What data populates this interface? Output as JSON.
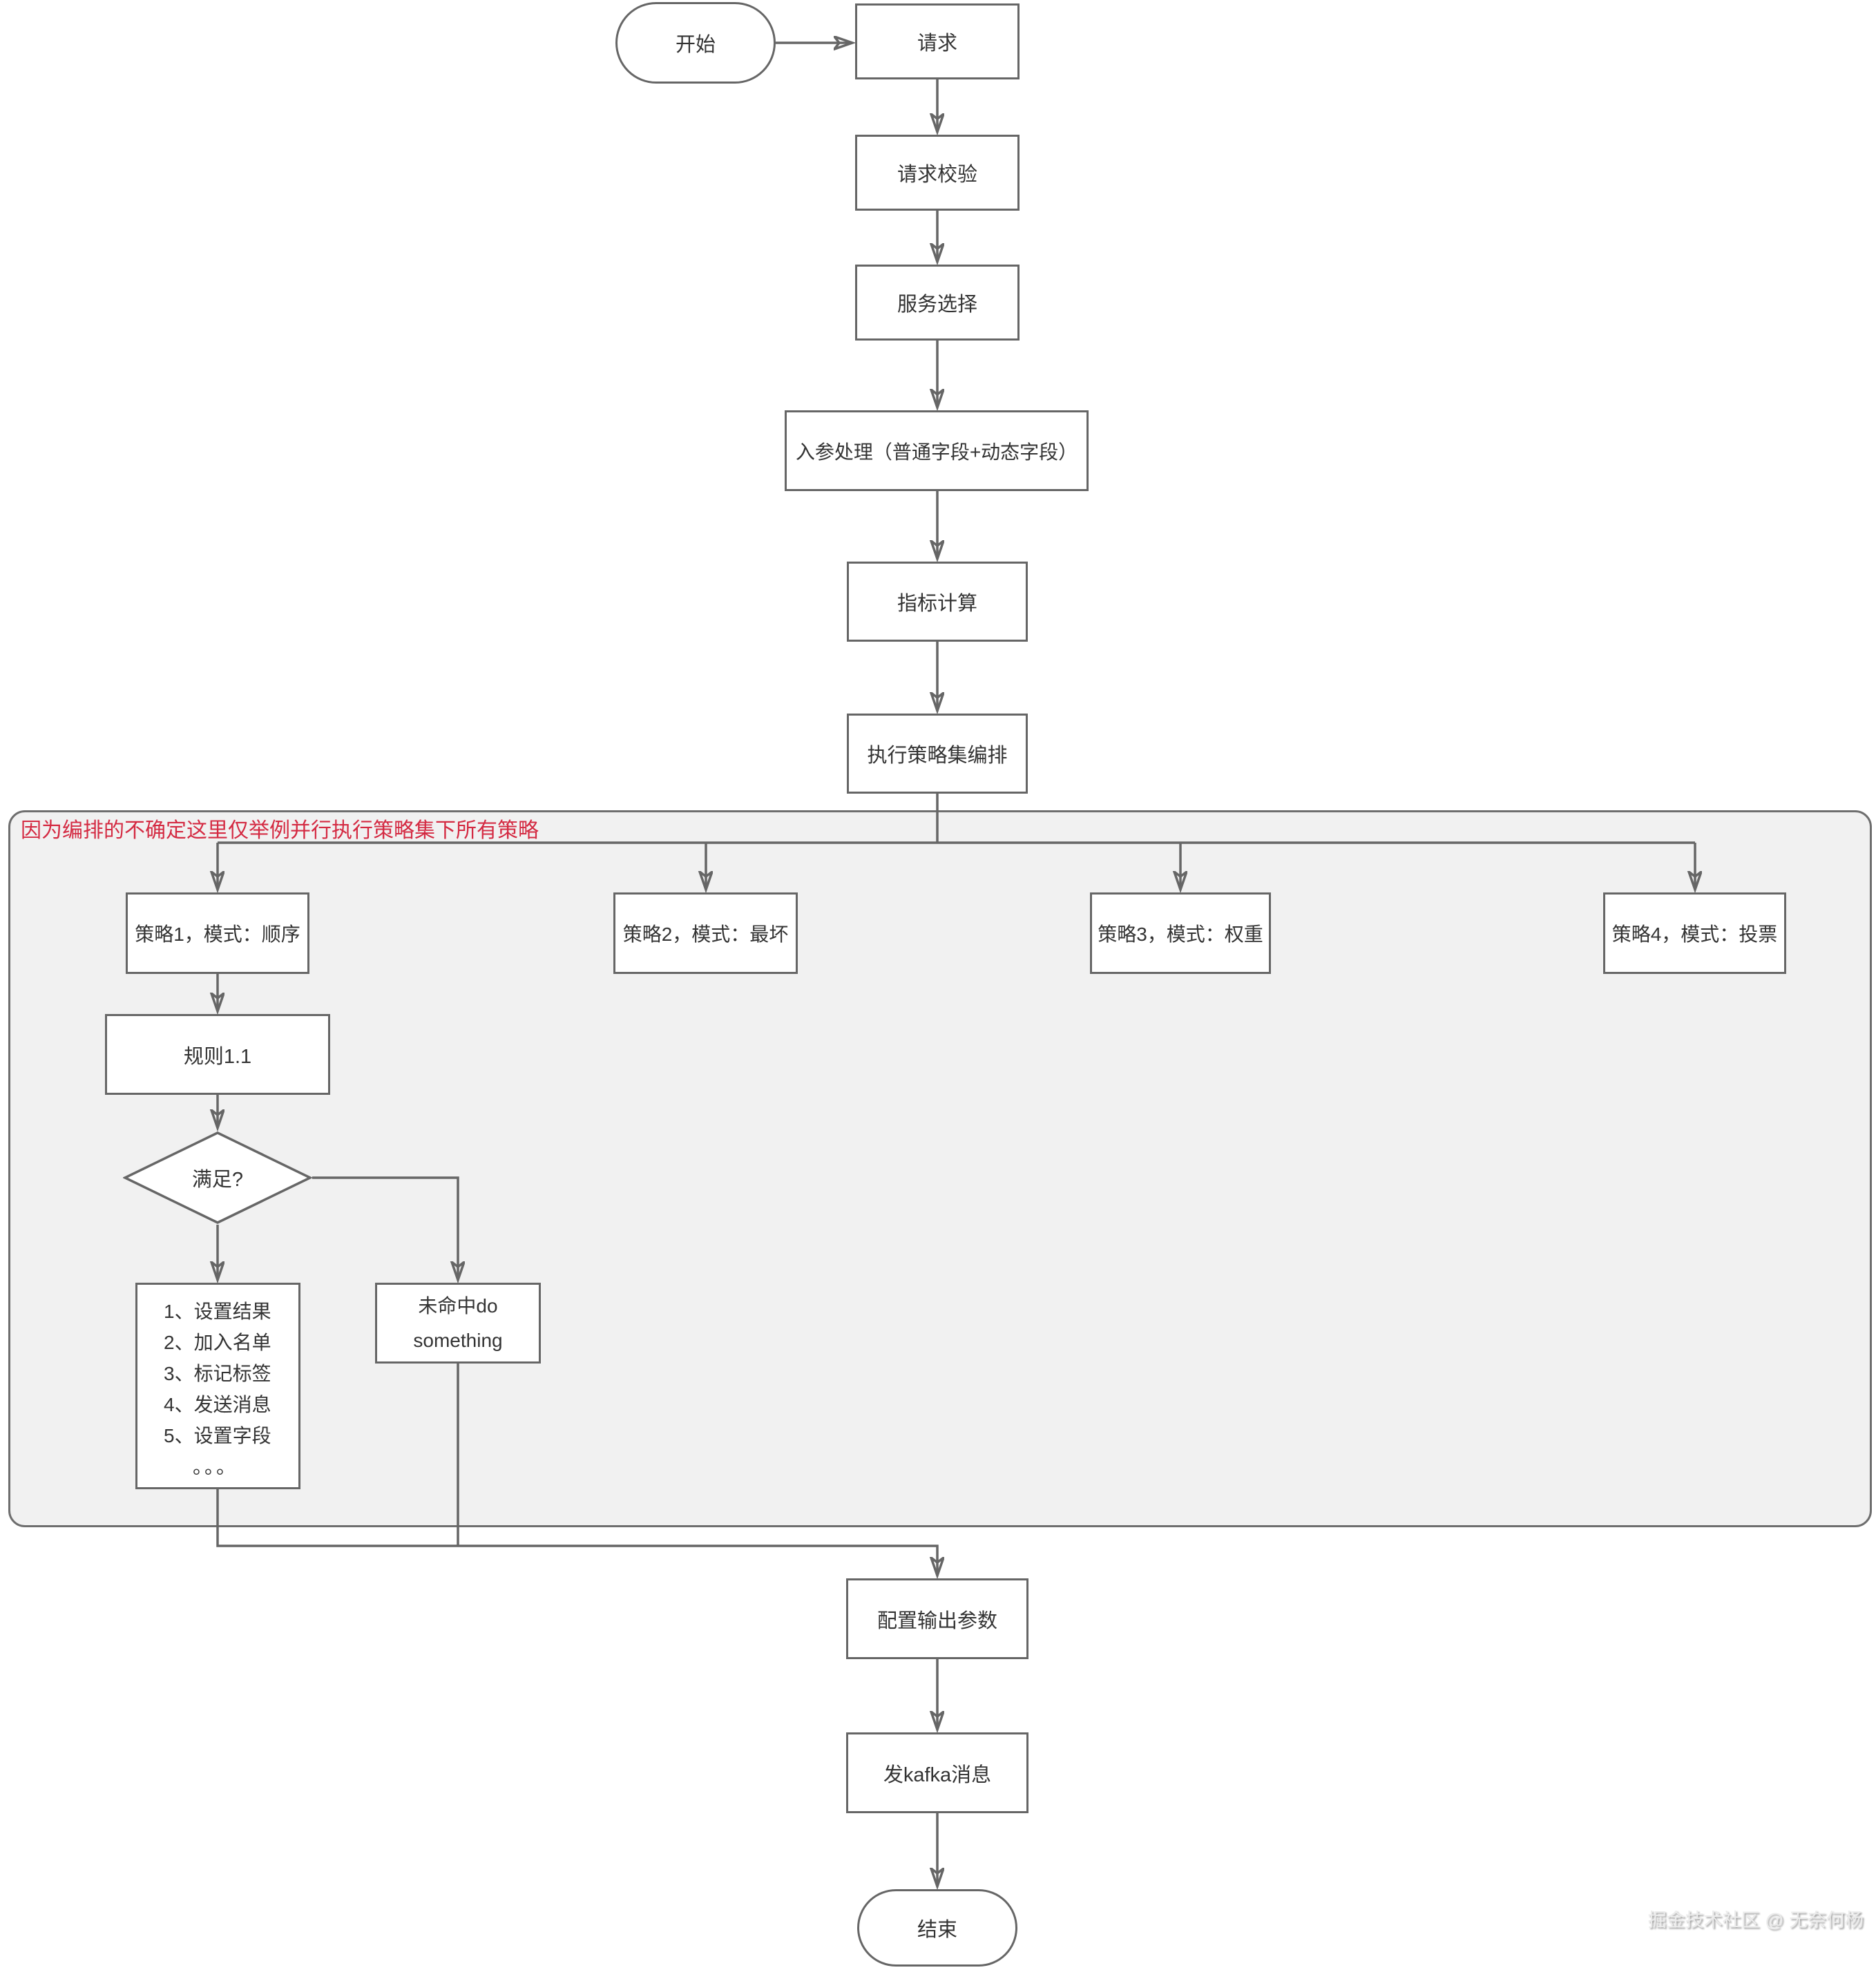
{
  "diagram": {
    "container_note": "因为编排的不确定这里仅举例并行执行策略集下所有策略",
    "watermark": "掘金技术社区 @ 无奈何杨",
    "colors": {
      "line": "#666666",
      "note_red": "#d42a42",
      "container_fill": "#f1f1f1",
      "node_fill": "#ffffff",
      "text": "#333333"
    },
    "nodes": {
      "start": {
        "label": "开始",
        "shape": "terminator"
      },
      "request": {
        "label": "请求",
        "shape": "process"
      },
      "request_validation": {
        "label": "请求校验",
        "shape": "process"
      },
      "service_selection": {
        "label": "服务选择",
        "shape": "process"
      },
      "input_processing": {
        "label": "入参处理（普通字段+动态字段）",
        "shape": "process"
      },
      "metric_calculation": {
        "label": "指标计算",
        "shape": "process"
      },
      "strategy_orchestration": {
        "label": "执行策略集编排",
        "shape": "process"
      },
      "strategy1": {
        "label": "策略1，模式：顺序",
        "shape": "process"
      },
      "strategy2": {
        "label": "策略2，模式：最坏",
        "shape": "process"
      },
      "strategy3": {
        "label": "策略3，模式：权重",
        "shape": "process"
      },
      "strategy4": {
        "label": "策略4，模式：投票",
        "shape": "process"
      },
      "rule11": {
        "label": "规则1.1",
        "shape": "process"
      },
      "condition": {
        "label": "满足?",
        "shape": "decision"
      },
      "hit_actions": {
        "shape": "process",
        "lines": [
          "1、设置结果",
          "2、加入名单",
          "3、标记标签",
          "4、发送消息",
          "5、设置字段",
          "。。。"
        ]
      },
      "miss_action": {
        "shape": "process",
        "lines": [
          "未命中do",
          "something"
        ]
      },
      "configure_output": {
        "label": "配置输出参数",
        "shape": "process"
      },
      "send_kafka": {
        "label": "发kafka消息",
        "shape": "process"
      },
      "end": {
        "label": "结束",
        "shape": "terminator"
      }
    }
  }
}
